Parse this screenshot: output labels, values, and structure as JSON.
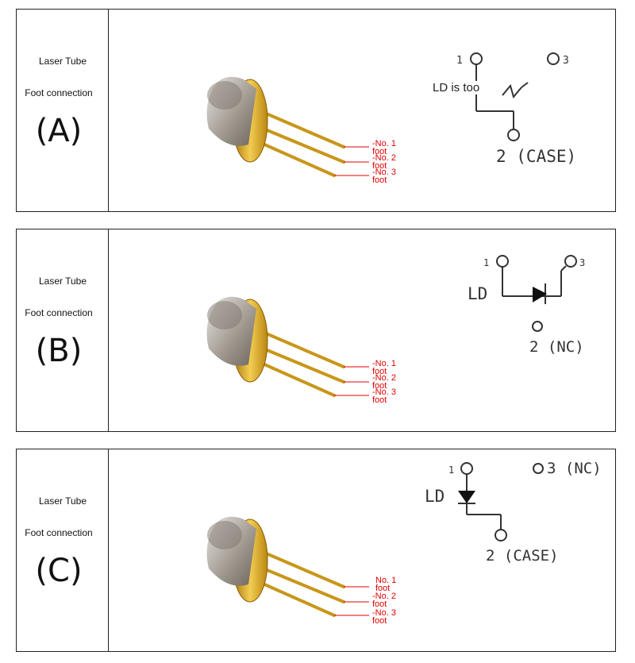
{
  "colors": {
    "gold": "#d6a21c",
    "metal": "#b9b4ad",
    "label_red": "#e00000"
  },
  "panels": [
    {
      "side": {
        "line1": "Laser Tube",
        "line2": "Foot connection",
        "letter": "(A)"
      },
      "pins": [
        {
          "no": "-No. 1",
          "foot": "foot"
        },
        {
          "no": "-No. 2",
          "foot": "foot"
        },
        {
          "no": "-No. 3",
          "foot": "foot"
        }
      ],
      "schematic": {
        "pin1": "1",
        "pin3": "3",
        "pin2": "2 (CASE)",
        "note": "LD is too"
      }
    },
    {
      "side": {
        "line1": "Laser Tube",
        "line2": "Foot connection",
        "letter": "(B)"
      },
      "pins": [
        {
          "no": "-No. 1",
          "foot": "foot"
        },
        {
          "no": "-No. 2",
          "foot": "foot"
        },
        {
          "no": "-No. 3",
          "foot": "foot"
        }
      ],
      "schematic": {
        "pin1": "1",
        "pin3": "3",
        "pin2": "2 (NC)",
        "ld": "LD"
      }
    },
    {
      "side": {
        "line1": "Laser Tube",
        "line2": "Foot connection",
        "letter": "(C)"
      },
      "pins": [
        {
          "no": "No. 1",
          "foot": "foot"
        },
        {
          "no": "-No. 2",
          "foot": "foot"
        },
        {
          "no": "-No. 3",
          "foot": "foot"
        }
      ],
      "schematic": {
        "pin1": "1",
        "pin3": "3 (NC)",
        "pin2": "2 (CASE)",
        "ld": "LD"
      }
    }
  ]
}
